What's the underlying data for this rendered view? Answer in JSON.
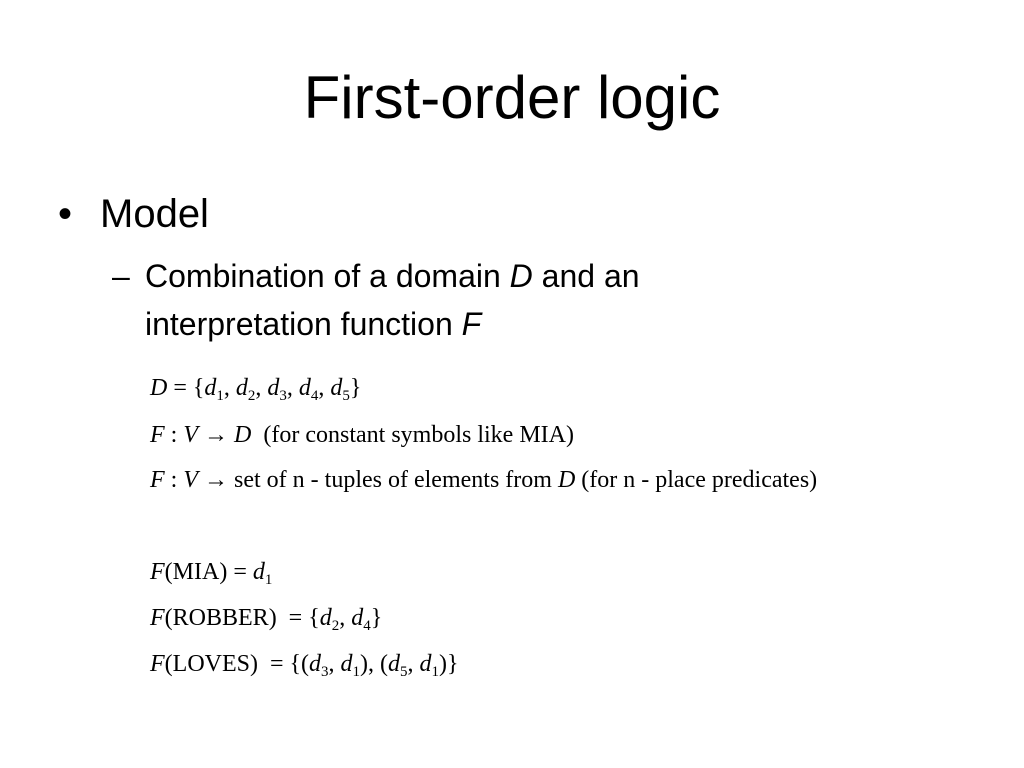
{
  "slide": {
    "title": "First-order logic",
    "bullet": {
      "marker": "•",
      "text": "Model"
    },
    "sub_bullet": {
      "marker": "–",
      "text_1": "Combination of a domain ",
      "var_1": "D",
      "text_2": " and an interpretation function ",
      "var_2": "F"
    },
    "formulas": {
      "domain_lhs": "D",
      "domain_rhs_open": " = {",
      "domain_items": [
        "d",
        "1",
        ", ",
        "d",
        "2",
        ", ",
        "d",
        "3",
        ", ",
        "d",
        "4",
        ", ",
        "d",
        "5",
        "}"
      ],
      "f1_fn": "F",
      "f1_mid": " : ",
      "f1_v": "V",
      "f1_arrow": " → ",
      "f1_d": "D",
      "f1_note": "  (for constant symbols like MIA)",
      "f2_fn": "F",
      "f2_mid": " : ",
      "f2_v": "V",
      "f2_rest": " → set of n - tuples of elements from ",
      "f2_d": "D",
      "f2_note": " (for n - place predicates)",
      "a1_fn": "F",
      "a1_arg": "(MIA) = ",
      "a1_d": "d",
      "a1_sub": "1",
      "a2_fn": "F",
      "a2_arg": "(ROBBER)  = {",
      "a2_d1": "d",
      "a2_s1": "2",
      "a2_sep": ", ",
      "a2_d2": "d",
      "a2_s2": "4",
      "a2_close": "}",
      "a3_fn": "F",
      "a3_arg": "(LOVES)  = {(",
      "a3_d1": "d",
      "a3_s1": "3",
      "a3_sep1": ", ",
      "a3_d2": "d",
      "a3_s2": "1",
      "a3_mid": "), (",
      "a3_d3": "d",
      "a3_s3": "5",
      "a3_sep2": ", ",
      "a3_d4": "d",
      "a3_s4": "1",
      "a3_close": ")}"
    }
  }
}
